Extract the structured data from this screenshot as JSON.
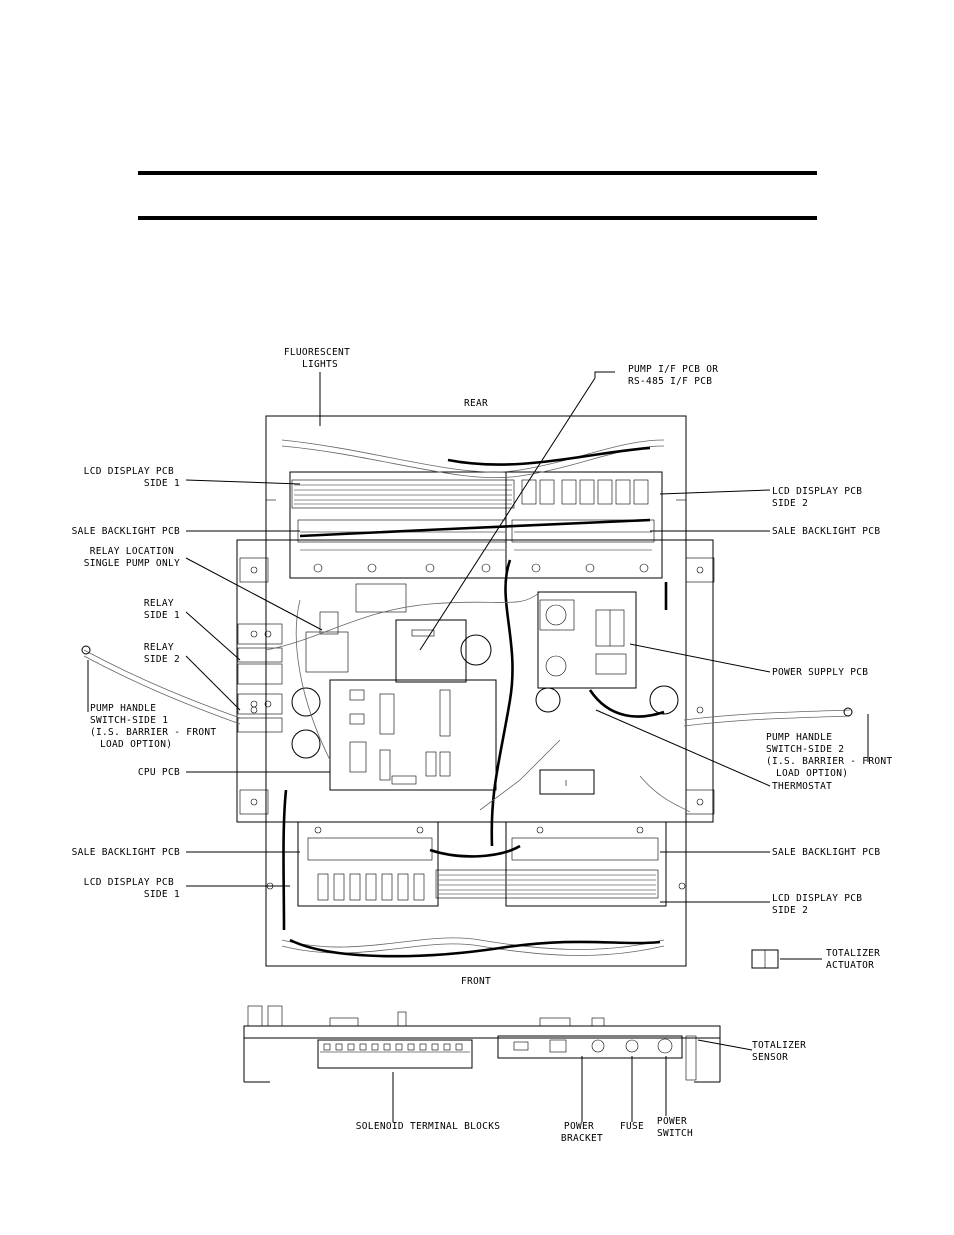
{
  "header": {
    "top_rule": "",
    "bottom_rule": ""
  },
  "labels": {
    "fluorescent_lights": [
      "FLUORESCENT",
      "LIGHTS"
    ],
    "pump_if_pcb": [
      "PUMP I/F PCB OR",
      "RS-485 I/F PCB"
    ],
    "rear": "REAR",
    "front": "FRONT",
    "lcd_display_side1_top": [
      "LCD DISPLAY PCB",
      "SIDE 1"
    ],
    "lcd_display_side2_top": [
      "LCD DISPLAY PCB",
      "SIDE 2"
    ],
    "sale_backlight_left_top": "SALE BACKLIGHT PCB",
    "sale_backlight_right_top": "SALE BACKLIGHT PCB",
    "relay_location": [
      "RELAY LOCATION",
      "SINGLE PUMP ONLY"
    ],
    "relay_side1": [
      "RELAY",
      "SIDE 1"
    ],
    "relay_side2": [
      "RELAY",
      "SIDE 2"
    ],
    "pump_handle_side1": [
      "PUMP HANDLE",
      "SWITCH-SIDE 1",
      "(I.S. BARRIER - FRONT",
      "LOAD OPTION)"
    ],
    "power_supply_pcb": "POWER SUPPLY PCB",
    "pump_handle_side2": [
      "PUMP HANDLE",
      "SWITCH-SIDE 2",
      "(I.S. BARRIER - FRONT",
      "LOAD OPTION)"
    ],
    "cpu_pcb": "CPU PCB",
    "thermostat": "THERMOSTAT",
    "sale_backlight_left_bottom": "SALE BACKLIGHT PCB",
    "sale_backlight_right_bottom": "SALE BACKLIGHT PCB",
    "lcd_display_side1_bottom": [
      "LCD DISPLAY PCB",
      "SIDE 1"
    ],
    "lcd_display_side2_bottom": [
      "LCD DISPLAY PCB",
      "SIDE 2"
    ],
    "totalizer_actuator": [
      "TOTALIZER",
      "ACTUATOR"
    ],
    "totalizer_sensor": [
      "TOTALIZER",
      "SENSOR"
    ],
    "solenoid_terminal_blocks": "SOLENOID TERMINAL BLOCKS",
    "power_bracket": [
      "POWER",
      "BRACKET"
    ],
    "fuse": "FUSE",
    "power_switch": [
      "POWER",
      "SWITCH"
    ]
  }
}
